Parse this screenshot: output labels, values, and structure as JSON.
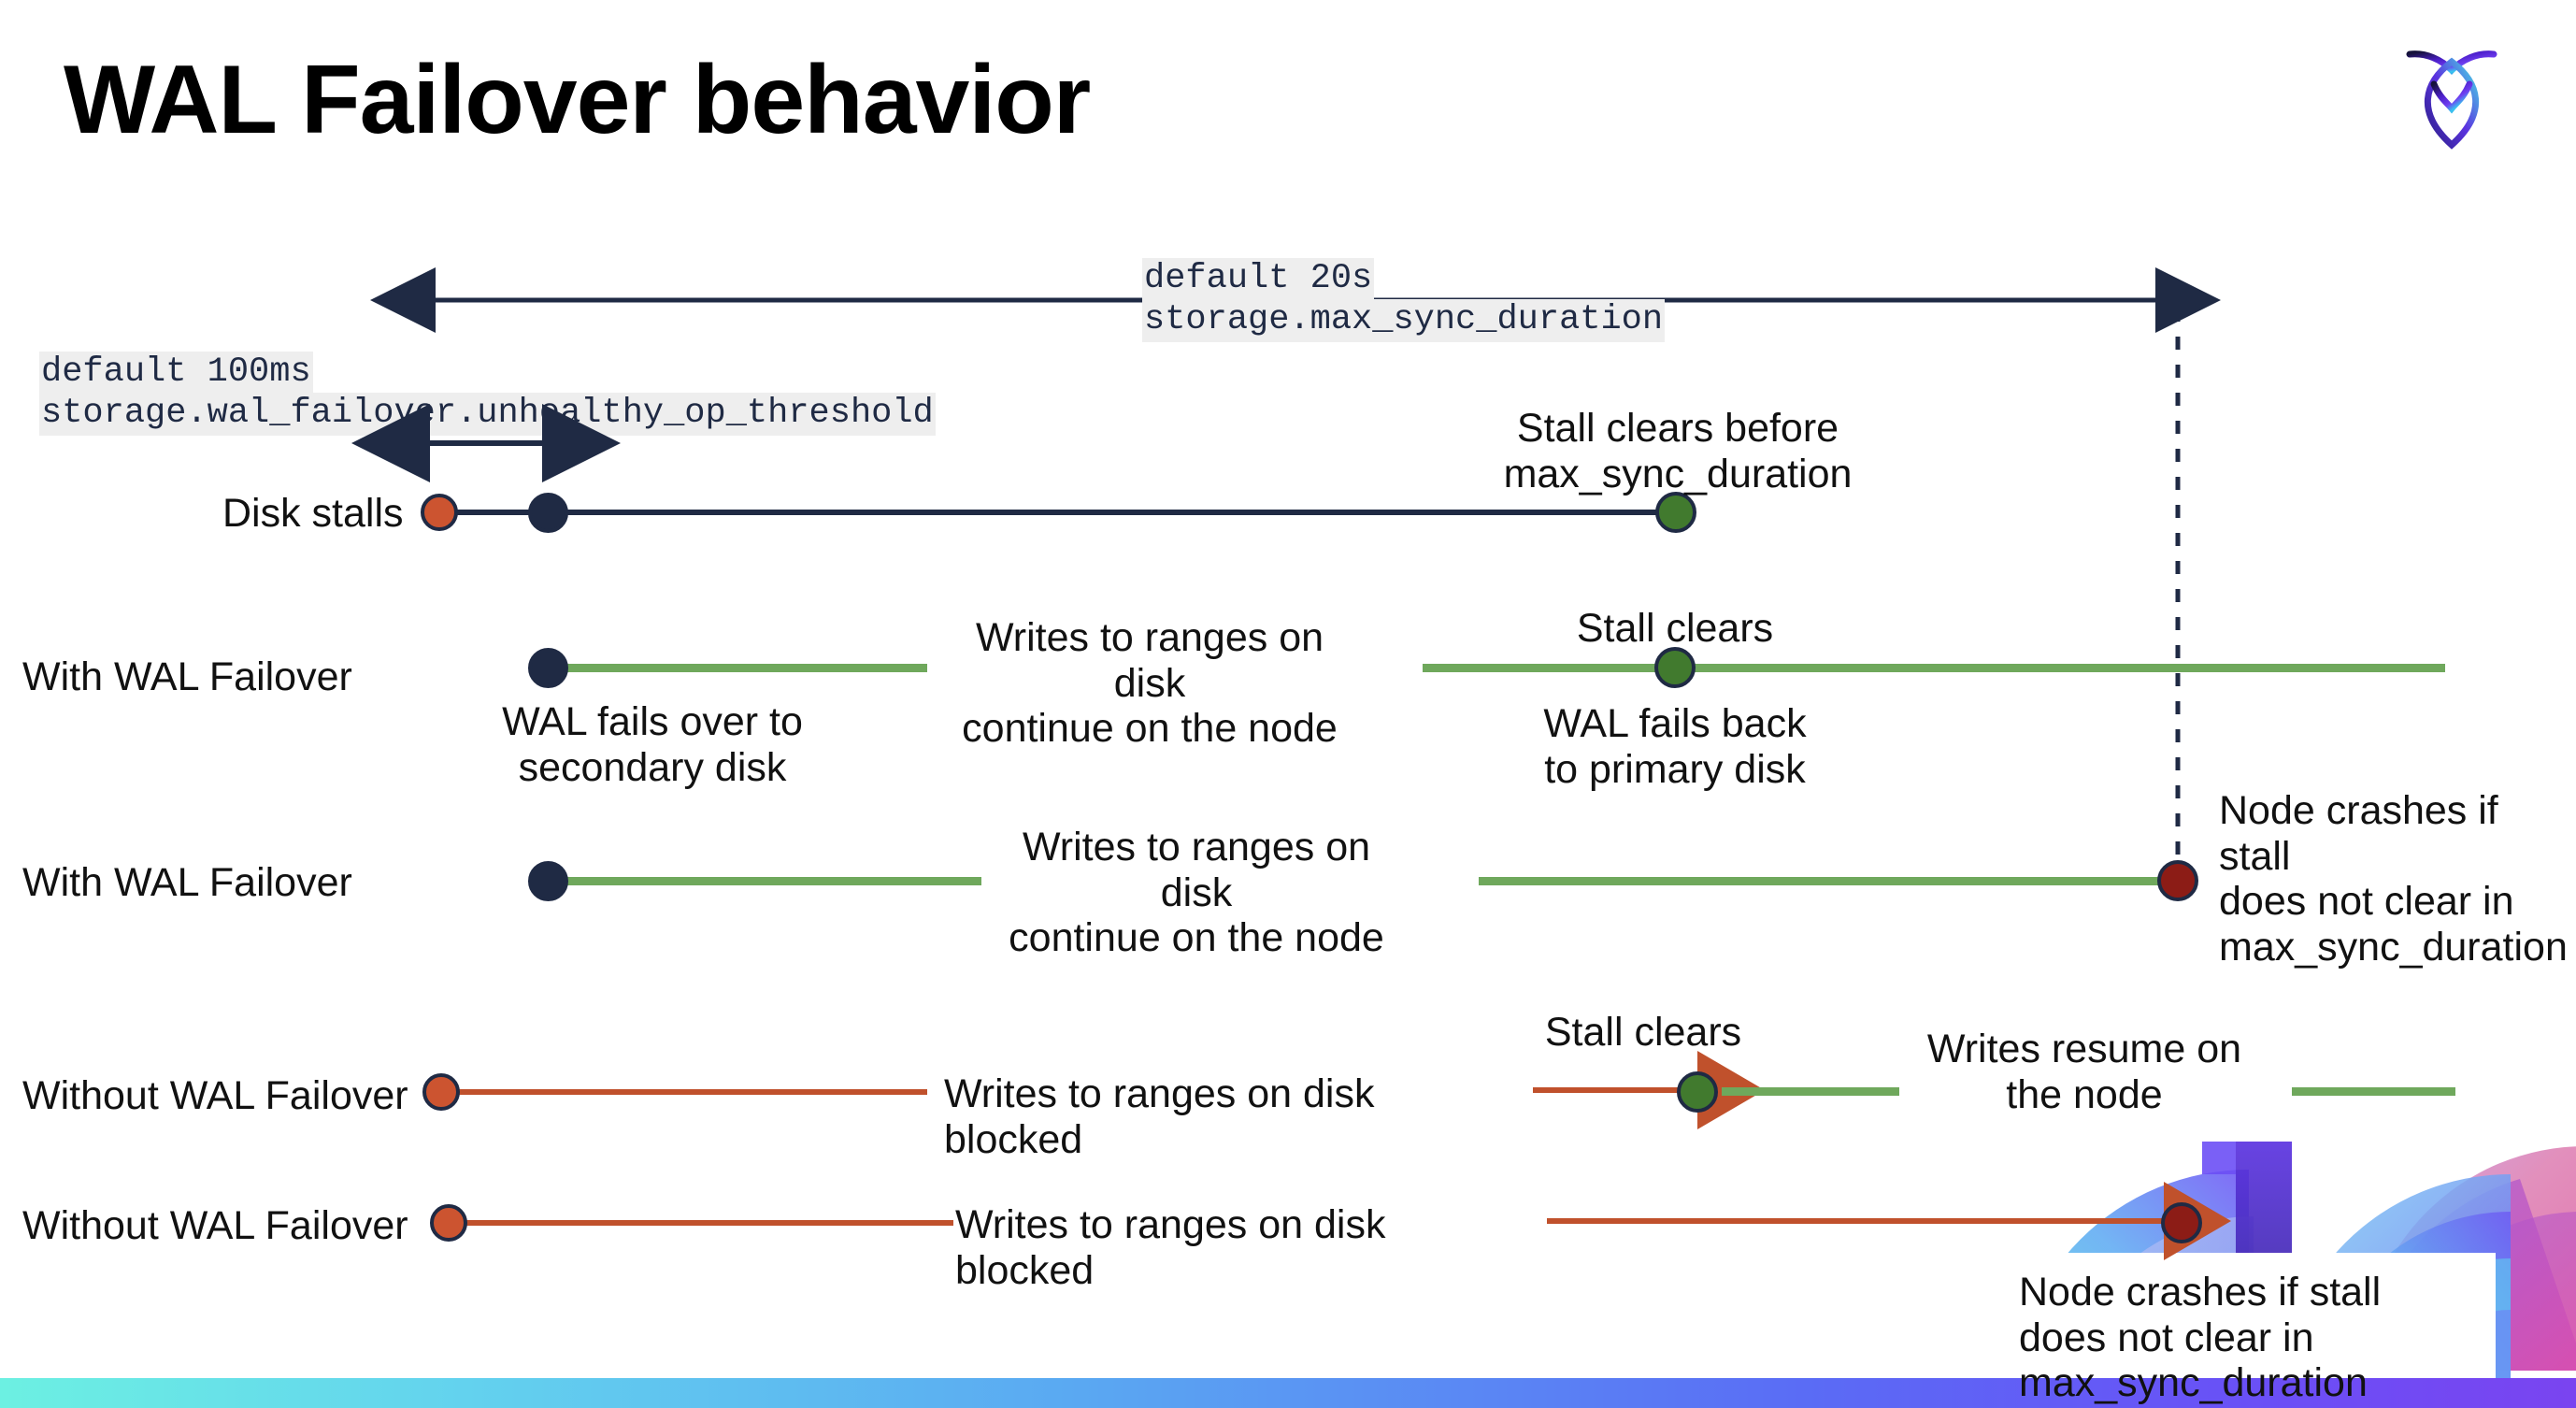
{
  "slide": {
    "title": "WAL Failover behavior",
    "logo_name": "cockroachdb-logo"
  },
  "annotations": {
    "max_sync": {
      "line1": "default 20s",
      "line2": "storage.max_sync_duration"
    },
    "unhealthy_op": {
      "line1": "default 100ms",
      "line2": "storage.wal_failover.unhealthy_op_threshold"
    }
  },
  "rows": [
    {
      "id": "disk-stalls",
      "label": "Disk stalls"
    },
    {
      "id": "with-wal-failover-1",
      "label": "With WAL Failover"
    },
    {
      "id": "with-wal-failover-2",
      "label": "With WAL Failover"
    },
    {
      "id": "without-wal-failover-1",
      "label": "Without WAL Failover"
    },
    {
      "id": "without-wal-failover-2",
      "label": "Without WAL Failover"
    }
  ],
  "notes": {
    "stall_clears_before_max": "Stall clears before\nmax_sync_duration",
    "writes_continue_1": "Writes to ranges on disk\ncontinue on the node",
    "stall_clears_1": "Stall clears",
    "wal_fails_over": "WAL fails over to\nsecondary disk",
    "wal_fails_back": "WAL fails  back\nto primary disk",
    "writes_continue_2": "Writes to ranges on disk\ncontinue on the node",
    "node_crashes_1": "Node crashes if stall\ndoes not clear in\nmax_sync_duration",
    "writes_blocked_1": "Writes to ranges on disk  blocked",
    "stall_clears_2": "Stall clears",
    "writes_resume": "Writes resume on\nthe node",
    "writes_blocked_2": "Writes to ranges on disk  blocked",
    "node_crashes_2": "Node crashes if stall\ndoes not clear in\nmax_sync_duration"
  },
  "colors": {
    "navy": "#1f2a44",
    "green_line": "#6fa85c",
    "green_dot": "#417a2e",
    "red_line": "#c0512c",
    "orange_dot": "#cc5430",
    "dark_red_dot": "#8c1c16",
    "chip_background": "#eeeeee",
    "bar_start": "#6cf0e2",
    "bar_end": "#7a44f0"
  }
}
